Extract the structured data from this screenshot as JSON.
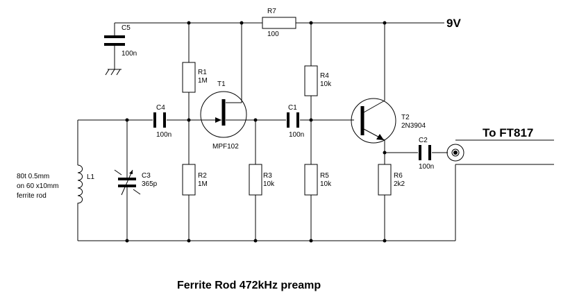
{
  "title": "Ferrite Rod 472kHz preamp",
  "supply_label": "9V",
  "output_label": "To FT817",
  "coil_note": [
    "80t 0.5mm",
    "on 60 x10mm",
    "ferrite rod"
  ],
  "components": {
    "L1": {
      "ref": "L1"
    },
    "C3": {
      "ref": "C3",
      "value": "365p"
    },
    "C4": {
      "ref": "C4",
      "value": "100n"
    },
    "C5": {
      "ref": "C5",
      "value": "100n"
    },
    "R1": {
      "ref": "R1",
      "value": "1M"
    },
    "R2": {
      "ref": "R2",
      "value": "1M"
    },
    "T1": {
      "ref": "T1",
      "value": "MPF102"
    },
    "R3": {
      "ref": "R3",
      "value": "10k"
    },
    "R7": {
      "ref": "R7",
      "value": "100"
    },
    "C1": {
      "ref": "C1",
      "value": "100n"
    },
    "R4": {
      "ref": "R4",
      "value": "10k"
    },
    "R5": {
      "ref": "R5",
      "value": "10k"
    },
    "T2": {
      "ref": "T2",
      "value": "2N3904"
    },
    "R6": {
      "ref": "R6",
      "value": "2k2"
    },
    "C2": {
      "ref": "C2",
      "value": "100n"
    }
  }
}
